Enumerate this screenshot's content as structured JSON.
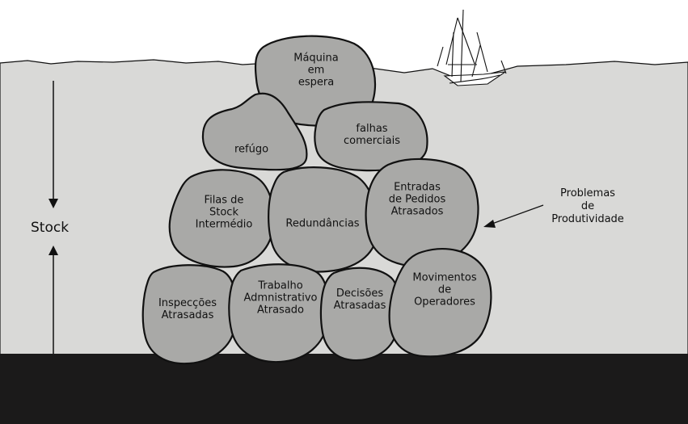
{
  "colors": {
    "background": "#ffffff",
    "water": "#d9d9d7",
    "rock_fill": "#a9a9a7",
    "rock_stroke": "#111111",
    "seabed": "#1b1a1a",
    "boat": "#ffffff"
  },
  "stock_label": "Stock",
  "annotation": {
    "line1": "Problemas",
    "line2": "de",
    "line3": "Produtividade"
  },
  "rocks": [
    {
      "id": "maquina-em-espera",
      "lines": [
        "Máquina",
        "em",
        "espera"
      ]
    },
    {
      "id": "refugo",
      "lines": [
        "refúgo"
      ]
    },
    {
      "id": "falhas-comerciais",
      "lines": [
        "falhas",
        "comerciais"
      ]
    },
    {
      "id": "filas-de-stock-intermedio",
      "lines": [
        "Filas de",
        "Stock",
        "Intermédio"
      ]
    },
    {
      "id": "redundancias",
      "lines": [
        "Redundâncias"
      ]
    },
    {
      "id": "entradas-de-pedidos-atrasados",
      "lines": [
        "Entradas",
        "de Pedidos",
        "Atrasados"
      ]
    },
    {
      "id": "inspeccoes-atrasadas",
      "lines": [
        "Inspecções",
        "Atrasadas"
      ]
    },
    {
      "id": "trabalho-administrativo-atrasado",
      "lines": [
        "Trabalho",
        "Admnistrativo",
        "Atrasado"
      ]
    },
    {
      "id": "decisoes-atrasadas",
      "lines": [
        "Decisões",
        "Atrasadas"
      ]
    },
    {
      "id": "movimentos-de-operadores",
      "lines": [
        "Movimentos",
        "de",
        "Operadores"
      ]
    }
  ]
}
